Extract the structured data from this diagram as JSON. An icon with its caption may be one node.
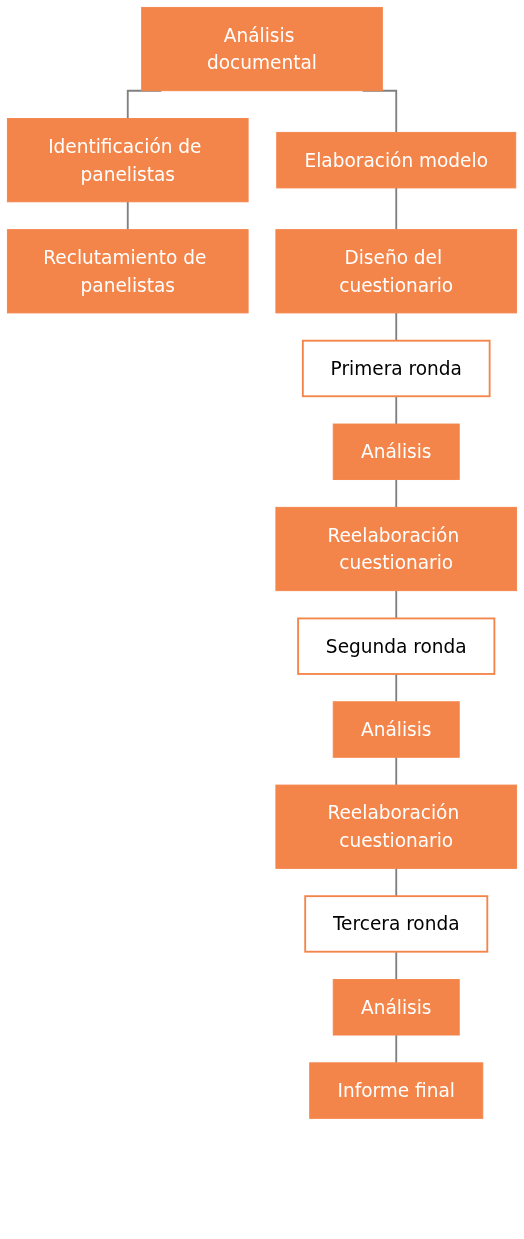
{
  "diagram": {
    "nodes": [
      {
        "text": [
          "Análisis documental"
        ]
      },
      {
        "text": [
          "Identificación de panelistas"
        ]
      },
      {
        "text": [
          "Elaboración modelo"
        ]
      },
      {
        "text": [
          "Reclutamiento de panelistas"
        ]
      },
      {
        "text": [
          "Diseño del cuestionario"
        ]
      },
      {
        "text": [
          "Primera ronda"
        ]
      },
      {
        "text": [
          "Análisis"
        ]
      },
      {
        "text": [
          "Reelaboración cuestionario"
        ]
      },
      {
        "text": [
          "Segunda ronda"
        ]
      },
      {
        "text": [
          "Análisis"
        ]
      },
      {
        "text": [
          "Reelaboración cuestionario"
        ]
      },
      {
        "text": [
          "Tercera ronda"
        ]
      },
      {
        "text": [
          "Análisis"
        ]
      },
      {
        "text": [
          "Informe final"
        ]
      }
    ],
    "edges": [
      {
        "from": 0,
        "to": 1,
        "arrow": "none"
      },
      {
        "from": 0,
        "to": 2,
        "arrow": "none"
      },
      {
        "from": 1,
        "to": 3,
        "arrow": "none"
      },
      {
        "from": 2,
        "to": 4,
        "arrow": "none"
      },
      {
        "from": 4,
        "to": 5,
        "arrow": "none"
      },
      {
        "from": 5,
        "to": 6,
        "arrow": "none"
      },
      {
        "from": 6,
        "to": 7,
        "arrow": "none"
      },
      {
        "from": 7,
        "to": 8,
        "arrow": "none"
      },
      {
        "from": 8,
        "to": 9,
        "arrow": "none"
      },
      {
        "from": 9,
        "to": 10,
        "arrow": "none"
      },
      {
        "from": 10,
        "to": 11,
        "arrow": "none"
      },
      {
        "from": 11,
        "to": 12,
        "arrow": "none"
      },
      {
        "from": 12,
        "to": 13,
        "arrow": "none"
      }
    ]
  }
}
